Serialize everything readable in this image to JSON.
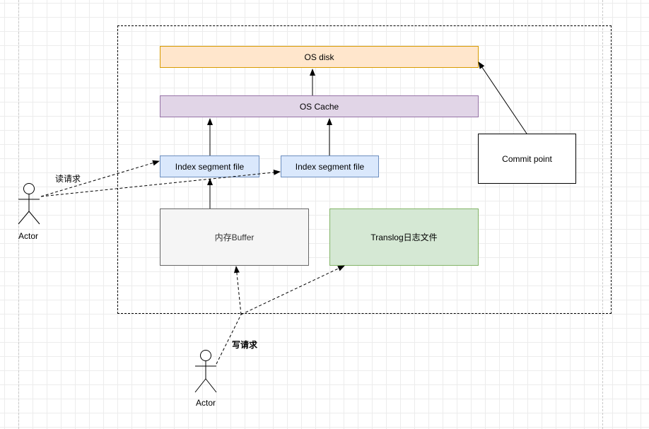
{
  "nodes": {
    "os_disk": "OS disk",
    "os_cache": "OS Cache",
    "index_segment_left": "Index segment file",
    "index_segment_right": "Index segment file",
    "commit_point": "Commit point",
    "memory_buffer": "内存Buffer",
    "translog": "Translog日志文件"
  },
  "actors": {
    "read_actor": "Actor",
    "write_actor": "Actor"
  },
  "edge_labels": {
    "read_request": "读请求",
    "write_request": "写请求"
  },
  "colors": {
    "os_disk_fill": "#ffe6cc",
    "os_cache_fill": "#e1d5e7",
    "index_segment_fill": "#dae8fc",
    "memory_buffer_fill": "#f5f5f5",
    "translog_fill": "#d5e8d4",
    "commit_point_fill": "#ffffff"
  },
  "icons": {
    "actor": "stick-figure-icon"
  }
}
